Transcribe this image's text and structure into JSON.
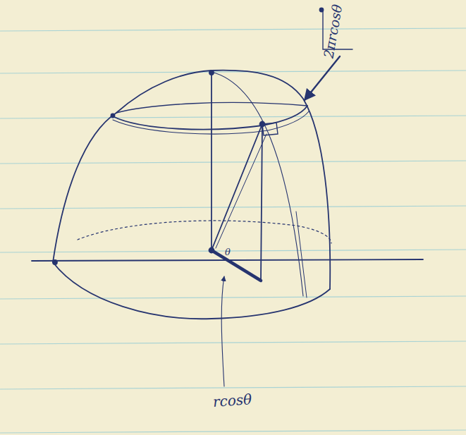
{
  "diagram": {
    "labels": [
      "2πrcosθ",
      "rcosθ",
      "θ"
    ]
  }
}
